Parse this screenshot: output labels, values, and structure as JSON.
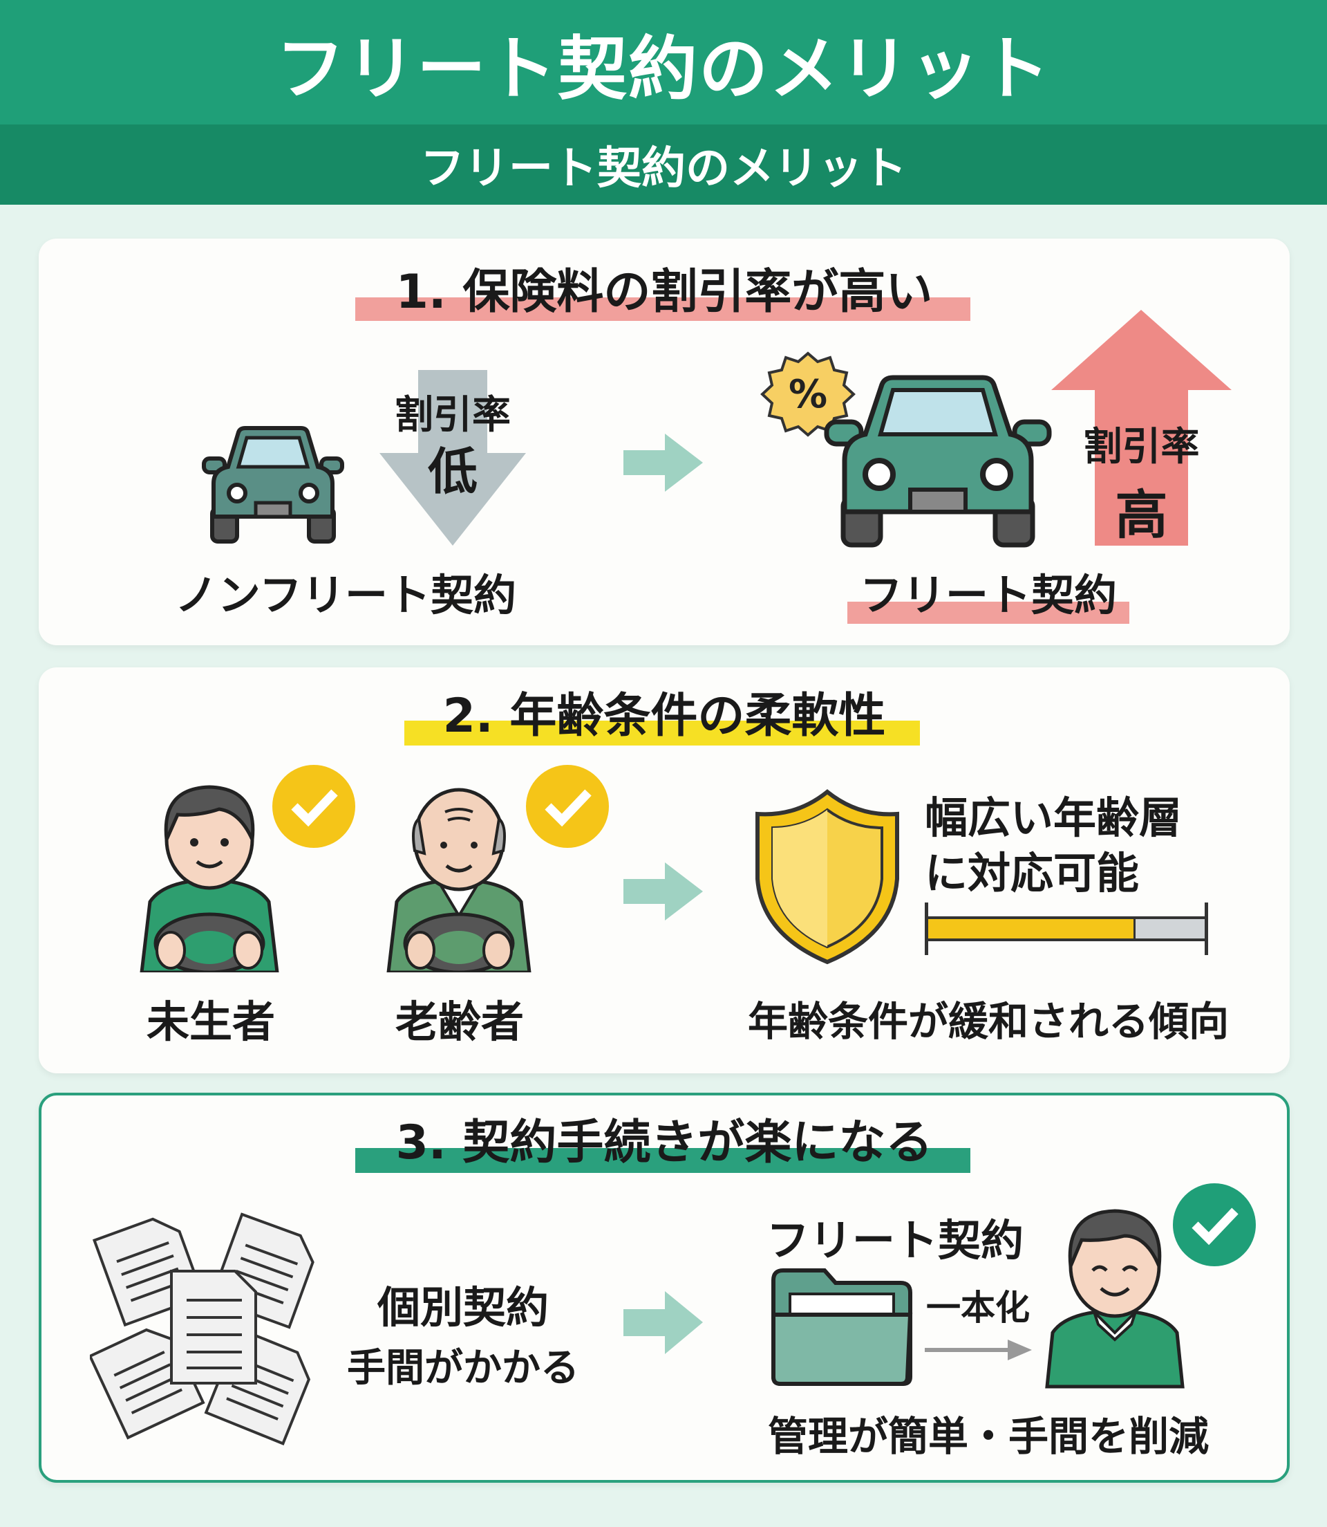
{
  "header": {
    "title": "フリート契約のメリット",
    "subtitle": "フリート契約のメリット"
  },
  "section1": {
    "heading": "1. 保険料の割引率が高い",
    "low_label": "割引率",
    "low_value": "低",
    "high_label": "割引率",
    "high_value": "高",
    "left_caption": "ノンフリート契約",
    "right_caption": "フリート契約",
    "badge": "%"
  },
  "section2": {
    "heading": "2. 年齢条件の柔軟性",
    "person1": "未生者",
    "person2": "老齢者",
    "desc_line1": "幅広い年齢層",
    "desc_line2": "に対応可能",
    "coverage_fraction": 0.75,
    "caption": "年齢条件が緩和される傾向"
  },
  "section3": {
    "heading": "3. 契約手続きが楽になる",
    "left_line1": "個別契約",
    "left_line2": "手間がかかる",
    "right_title": "フリート契約",
    "unify": "一本化",
    "caption": "管理が簡単・手間を削減"
  },
  "colors": {
    "green": "#1f9f78",
    "dark_green": "#178a65",
    "pink": "#ee8a86",
    "yellow": "#f5c518",
    "car": "#5a9e8c"
  }
}
